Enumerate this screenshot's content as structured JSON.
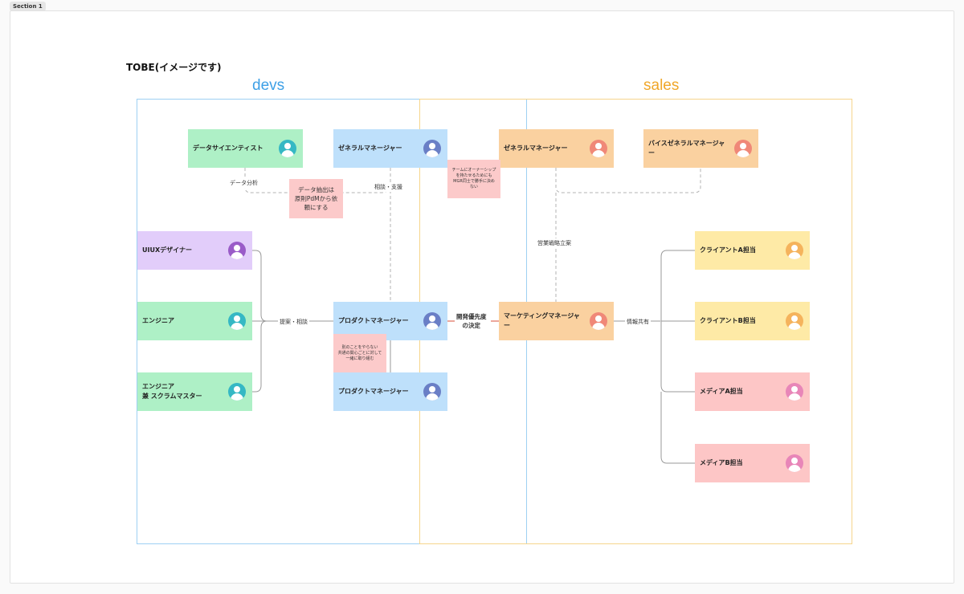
{
  "section": {
    "tag": "Section 1"
  },
  "page_title": "TOBE(イメージです)",
  "zones": {
    "devs": "devs",
    "sales": "sales"
  },
  "colors": {
    "devs_accent": "#3ea0e6",
    "sales_accent": "#f0a72a",
    "green_card": "#aef0c6",
    "blue_card": "#bee0fb",
    "orange_card": "#fad1a0",
    "purple_card": "#e2cdfa",
    "yellow_card": "#feeaa6",
    "pink_card": "#fdc6c6",
    "note": "#fccaca"
  },
  "cards": {
    "data_scientist": {
      "label": "データサイエンティスト",
      "avatar": "#35b8c4"
    },
    "gm_devs": {
      "label": "ゼネラルマネージャー",
      "avatar": "#6a7fc6"
    },
    "gm_sales": {
      "label": "ゼネラルマネージャー",
      "avatar": "#f08878"
    },
    "vice_gm": {
      "label": "バイスゼネラルマネージャー",
      "avatar": "#f08878"
    },
    "uiux": {
      "label": "UIUXデザイナー",
      "avatar": "#9a5cc8"
    },
    "engineer": {
      "label": "エンジニア",
      "avatar": "#35b8c4"
    },
    "engineer_sm": {
      "label": "エンジニア\n兼 スクラムマスター",
      "avatar": "#35b8c4"
    },
    "pm_1": {
      "label": "プロダクトマネージャー",
      "avatar": "#6a7fc6"
    },
    "pm_2": {
      "label": "プロダクトマネージャー",
      "avatar": "#6a7fc6"
    },
    "marketing": {
      "label": "マーケティングマネージャー",
      "avatar": "#f08878"
    },
    "client_a": {
      "label": "クライアントA担当",
      "avatar": "#f5b35c"
    },
    "client_b": {
      "label": "クライアントB担当",
      "avatar": "#f5b35c"
    },
    "media_a": {
      "label": "メディアA担当",
      "avatar": "#e886b8"
    },
    "media_b": {
      "label": "メディアB担当",
      "avatar": "#e886b8"
    }
  },
  "notes": {
    "data_extract": "データ抽出は\n原則PdMから依\n頼にする",
    "gm_ownership": "チームにオーナーシップ\nを持たせるためにも\nMGR同士で勝手に決め\nない",
    "pm_focus": "別のことをやらない\n共通の関心ごとに対して\n一緒に取り組む"
  },
  "edge_labels": {
    "data_analysis": "データ分析",
    "consult_support": "相談・支援",
    "proposal_consult": "提案・相談",
    "dev_priority": "開発優先度\nの決定",
    "sales_strategy": "営業戦略立案",
    "info_share": "情報共有"
  }
}
